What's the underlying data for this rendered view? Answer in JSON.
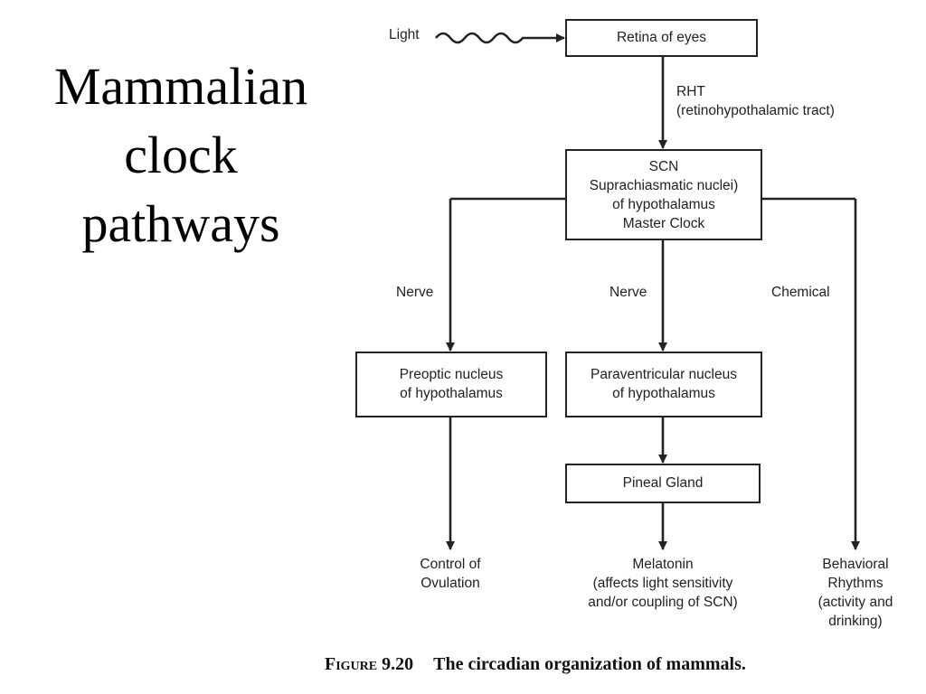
{
  "title": {
    "lines": [
      "Mammalian",
      "clock",
      "pathways"
    ]
  },
  "diagram": {
    "input_label": "Light",
    "nodes": {
      "retina": {
        "lines": [
          "Retina of eyes"
        ]
      },
      "scn": {
        "lines": [
          "SCN",
          "Suprachiasmatic nuclei)",
          "of hypothalamus",
          "Master Clock"
        ]
      },
      "preoptic": {
        "lines": [
          "Preoptic nucleus",
          "of hypothalamus"
        ]
      },
      "paraventricular": {
        "lines": [
          "Paraventricular nucleus",
          "of hypothalamus"
        ]
      },
      "pineal": {
        "lines": [
          "Pineal Gland"
        ]
      }
    },
    "edge_labels": {
      "rht": {
        "lines": [
          "RHT",
          "(retinohypothalamic tract)"
        ]
      },
      "nerve_left": "Nerve",
      "nerve_center": "Nerve",
      "chemical": "Chemical"
    },
    "outputs": {
      "ovulation": {
        "lines": [
          "Control of",
          "Ovulation"
        ]
      },
      "melatonin": {
        "lines": [
          "Melatonin",
          "(affects light sensitivity",
          "and/or coupling of SCN)"
        ]
      },
      "behavioral": {
        "lines": [
          "Behavioral",
          "Rhythms",
          "(activity and",
          "drinking)"
        ]
      }
    }
  },
  "caption": {
    "figure_label": "Figure 9.20",
    "text": "The circadian organization of mammals."
  }
}
